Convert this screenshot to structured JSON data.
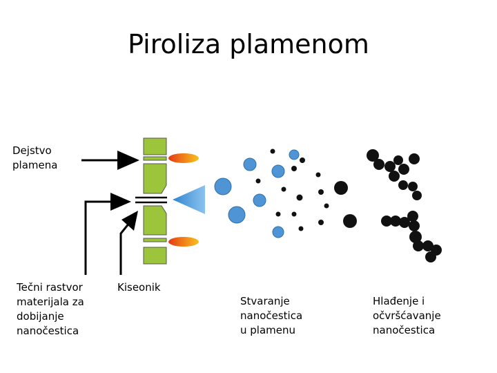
{
  "title": "Piroliza plamenom",
  "labels": {
    "flame_action": "Dejstvo\nplamena",
    "liquid_solution": "Tečni rastvor\nmaterijala za\ndobijanje\nnanočestica",
    "oxygen": "Kiseonik",
    "particle_formation": "Stvaranje\nnanočestica\nu plamenu",
    "cooling": "Hlađenje i\nočvršćavanje\nnanočestica"
  },
  "colors": {
    "nozzle_green": "#9dc53b",
    "droplet_blue": "#4f94d4",
    "particle_black": "#111111",
    "flame_orange": "#f2a51a",
    "flame_red": "#e03a16",
    "cone_blue": "#3b8fd6"
  }
}
